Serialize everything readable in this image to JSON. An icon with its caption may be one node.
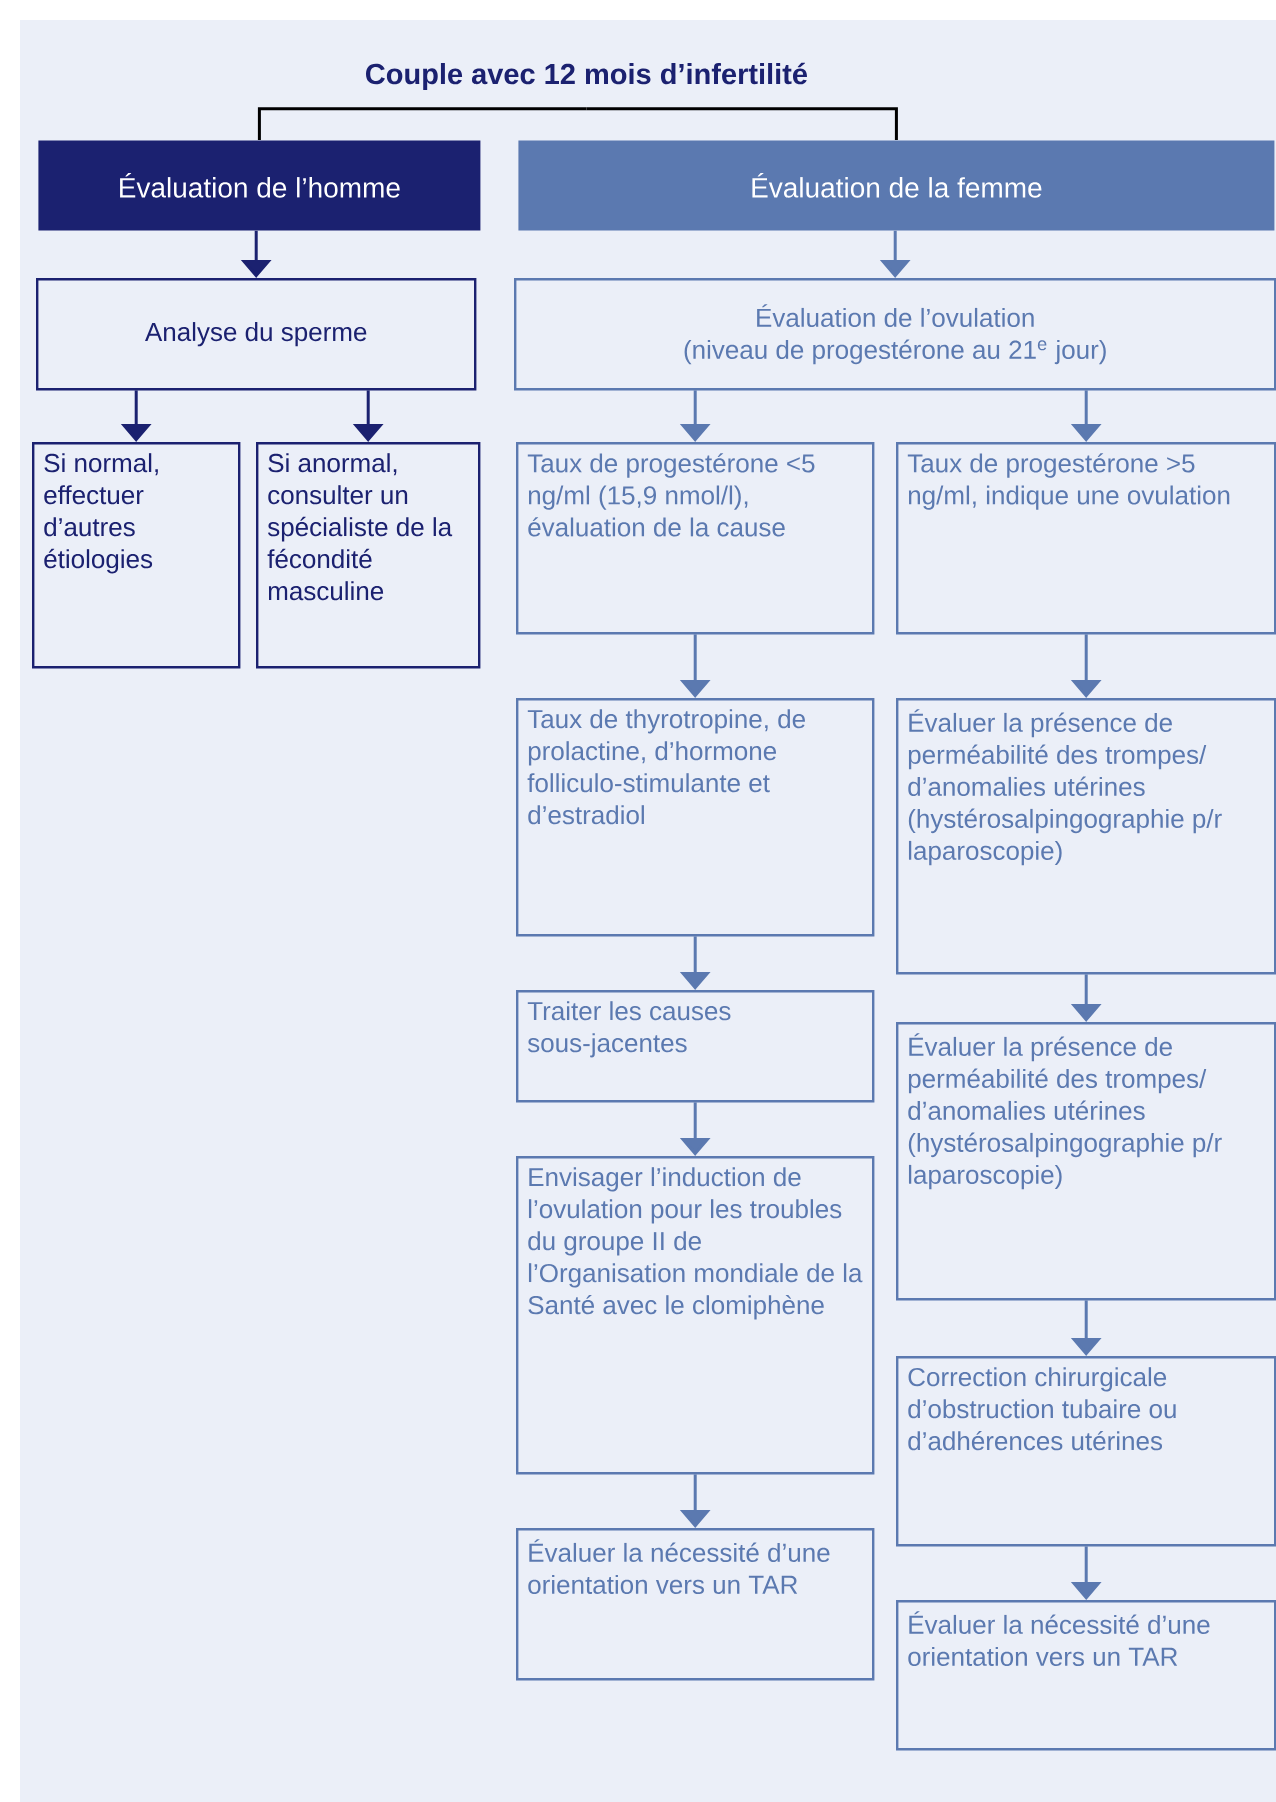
{
  "diagram": {
    "nodes": [
      {
        "text": [
          "Couple avec 12 mois d’infertilité"
        ]
      },
      {
        "text": [
          "Évaluation de l’homme"
        ]
      },
      {
        "text": [
          "Évaluation de la femme"
        ]
      },
      {
        "text": [
          "Analyse du sperme"
        ]
      },
      {
        "text": [
          "Si normal, effectuer d’autres étiologies"
        ]
      },
      {
        "text": [
          "Si anormal, consulter un spécialiste de la fécondité masculine"
        ]
      },
      {
        "text": [
          "Évaluation de l’ovulation",
          "(niveau de progestérone au 21$^{e}$ jour)"
        ]
      },
      {
        "text": [
          "Taux de progestérone <5 ng/ml (15,9 nmol/l), évaluation de la cause"
        ]
      },
      {
        "text": [
          "Taux de progestérone >5 ng/ml, indique une ovulation"
        ]
      },
      {
        "text": [
          "Taux de thyrotropine, de prolactine, d’hormone folliculo-stimulante et d’estradiol"
        ]
      },
      {
        "text": [
          "Traiter les causes sous-jacentes"
        ]
      },
      {
        "text": [
          "Envisager l’induction de l’ovulation pour les troubles du groupe II de l’Organisation mondiale de la Santé avec le clomiphène"
        ]
      },
      {
        "text": [
          "Évaluer la nécessité d’une orientation vers un TAR"
        ]
      },
      {
        "text": [
          "Évaluer la présence de perméabilité des trompes/ d’anomalies utérines (hystérosalpingographie p/r laparoscopie)"
        ]
      },
      {
        "text": [
          "Évaluer la présence de perméabilité des trompes/ d’anomalies utérines (hystérosalpingographie p/r laparoscopie)"
        ]
      },
      {
        "text": [
          "Correction chirurgicale d’obstruction tubaire ou d’adhérences utérines"
        ]
      },
      {
        "text": [
          "Évaluer la nécessité d’une orientation vers un TAR"
        ]
      }
    ],
    "edges": [
      {
        "from": 0,
        "to": 1,
        "arrow": "none",
        "color": "#000000"
      },
      {
        "from": 0,
        "to": 2,
        "arrow": "none",
        "color": "#000000"
      },
      {
        "from": 1,
        "to": 3,
        "arrow": "to",
        "color": "#1b2170"
      },
      {
        "from": 3,
        "to": 4,
        "arrow": "to",
        "color": "#1b2170"
      },
      {
        "from": 3,
        "to": 5,
        "arrow": "to",
        "color": "#1b2170"
      },
      {
        "from": 2,
        "to": 6,
        "arrow": "to"
      },
      {
        "from": 6,
        "to": 7,
        "arrow": "to"
      },
      {
        "from": 6,
        "to": 8,
        "arrow": "to"
      },
      {
        "from": 7,
        "to": 9,
        "arrow": "to"
      },
      {
        "from": 9,
        "to": 10,
        "arrow": "to"
      },
      {
        "from": 10,
        "to": 11,
        "arrow": "to"
      },
      {
        "from": 11,
        "to": 12,
        "arrow": "to"
      },
      {
        "from": 8,
        "to": 13,
        "arrow": "to"
      },
      {
        "from": 13,
        "to": 14,
        "arrow": "to"
      },
      {
        "from": 14,
        "to": 15,
        "arrow": "to"
      },
      {
        "from": 15,
        "to": 16,
        "arrow": "to"
      }
    ]
  }
}
